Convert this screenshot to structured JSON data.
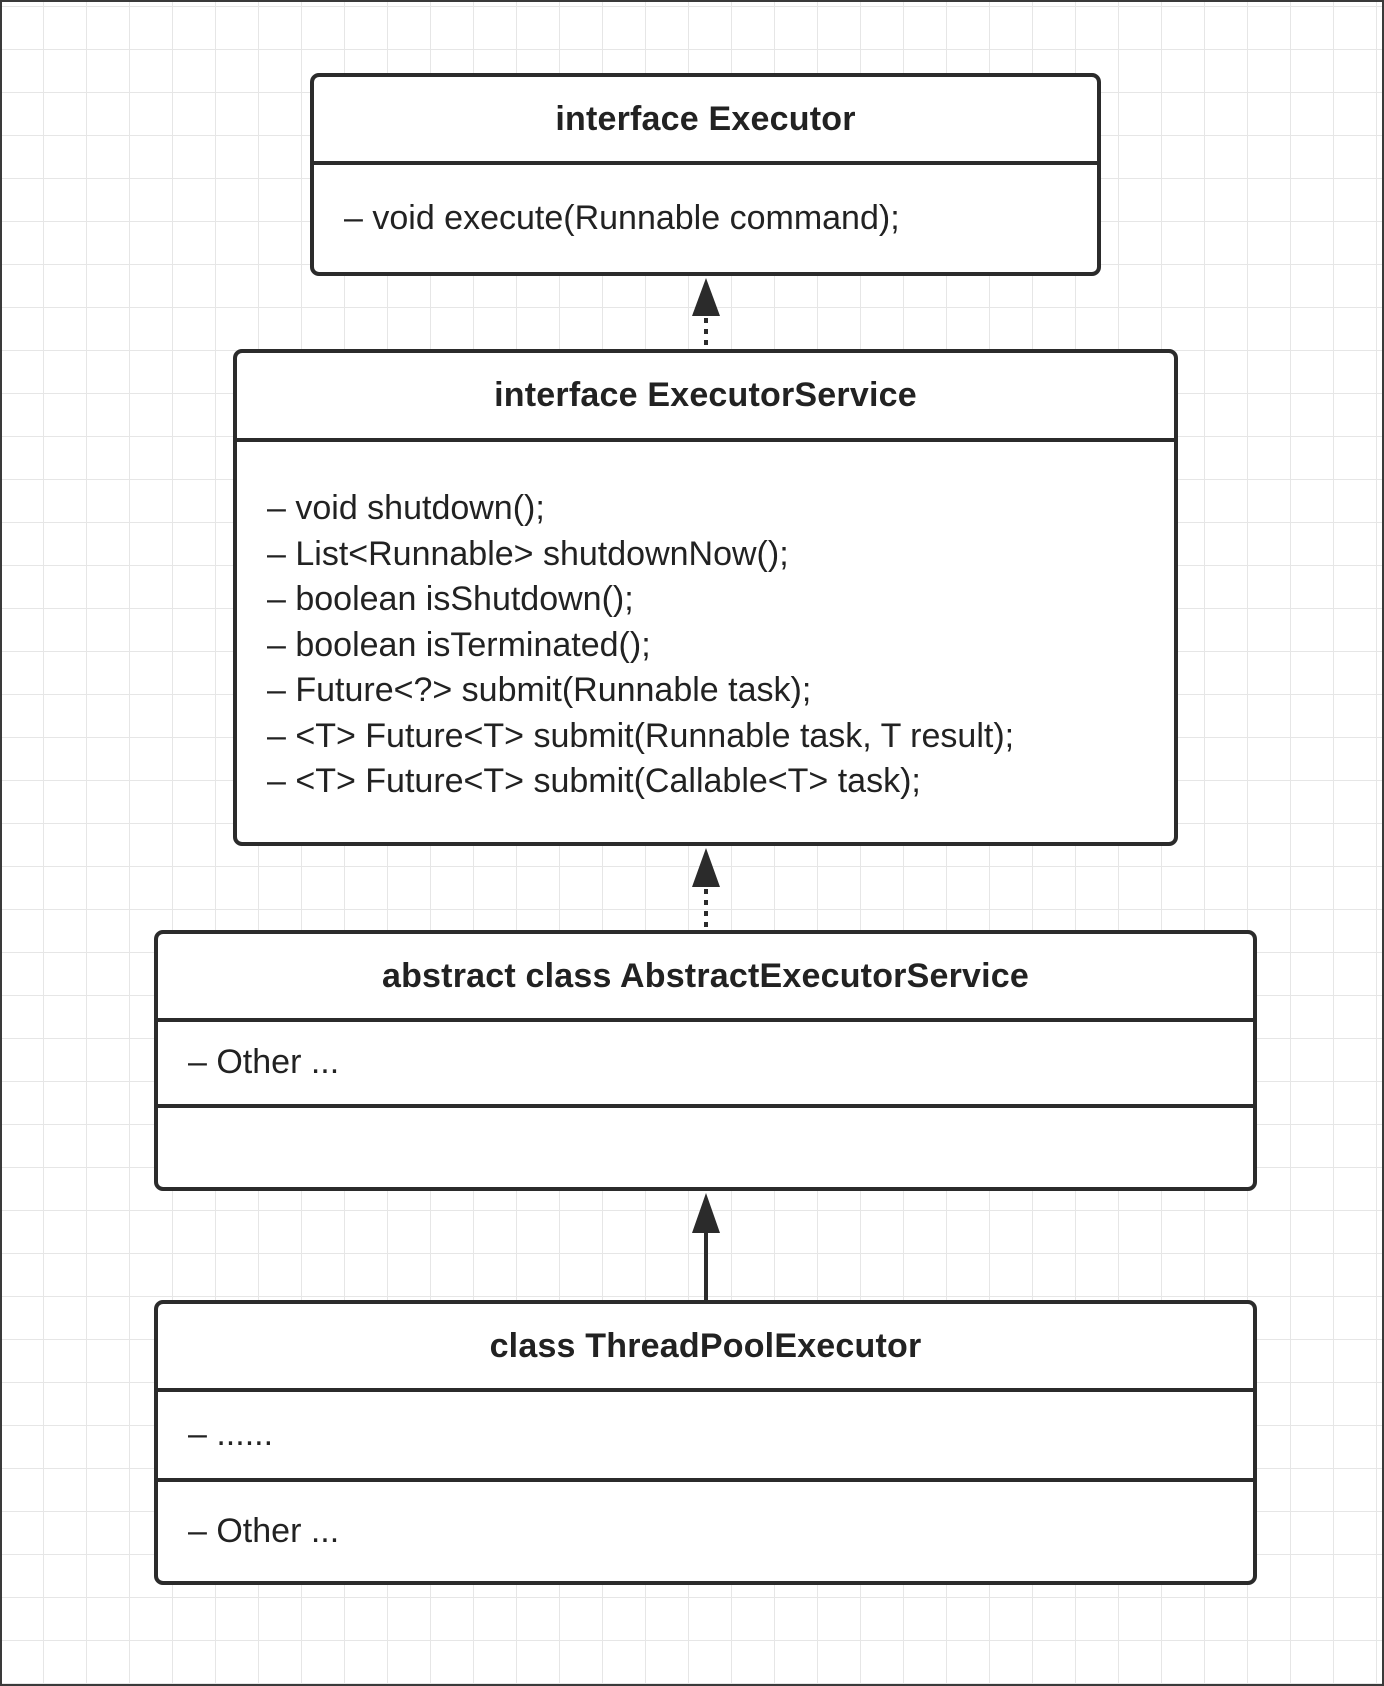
{
  "boxes": {
    "executor": {
      "title": "interface Executor",
      "members": [
        "– void execute(Runnable command);"
      ]
    },
    "executor_service": {
      "title": "interface ExecutorService",
      "members": [
        "– void shutdown();",
        "– List<Runnable> shutdownNow();",
        "– boolean isShutdown();",
        "– boolean isTerminated();",
        "– Future<?> submit(Runnable task);",
        "– <T> Future<T> submit(Runnable task, T result);",
        "– <T> Future<T> submit(Callable<T> task);"
      ]
    },
    "abstract_executor_service": {
      "title": "abstract class AbstractExecutorService",
      "members": [
        "– Other ..."
      ],
      "methods": []
    },
    "thread_pool_executor": {
      "title": "class ThreadPoolExecutor",
      "members": [
        "– ......"
      ],
      "methods": [
        "– Other ..."
      ]
    }
  },
  "relations": [
    {
      "from": "executor_service",
      "to": "executor",
      "type": "realization",
      "line": "dotted"
    },
    {
      "from": "abstract_executor_service",
      "to": "executor_service",
      "type": "realization",
      "line": "dotted"
    },
    {
      "from": "thread_pool_executor",
      "to": "abstract_executor_service",
      "type": "inheritance",
      "line": "solid"
    }
  ],
  "colors": {
    "stroke": "#2b2b2b",
    "grid": "#e6e6e6",
    "background": "#ffffff"
  }
}
